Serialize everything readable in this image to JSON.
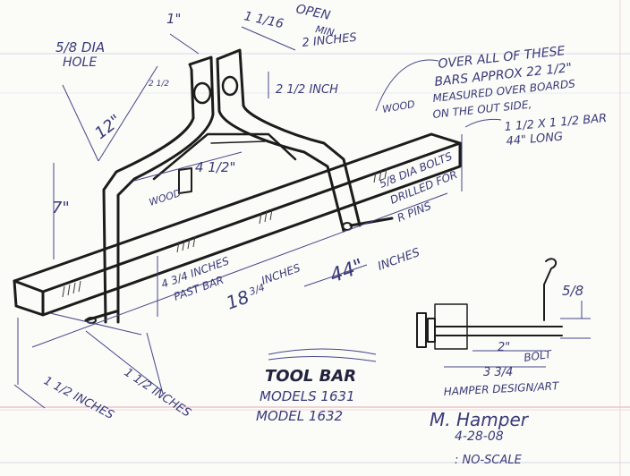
{
  "notes": {
    "hole_dia": "5/8 DIA",
    "hole_word": "HOLE",
    "top_width": "1\"",
    "open_min_value": "1 1/16",
    "open_min_word": "OPEN",
    "open_min_suffix": "MIN.",
    "plate_width": "2 INCHES",
    "plate_height": "2 1/2 INCH",
    "corner_dim": "2 1/2",
    "upright_length": "12\"",
    "base_width": "4 1/2\"",
    "wood_left": "WOOD",
    "wood_top": "WOOD",
    "height_7": "7\"",
    "overall_line1": "OVER ALL OF THESE",
    "overall_line2": "BARS APPROX 22 1/2\"",
    "overall_line3": "MEASURED OVER BOARDS",
    "overall_line4": "ON THE OUT SIDE,",
    "bar_size_line1": "1 1/2 X 1 1/2 BAR",
    "bar_size_line2": "44\" LONG",
    "bolts_line1": "5/8 DIA BOLTS",
    "bolts_line2": "DRILLED FOR",
    "bolts_line3": "R PINS",
    "past_bar_line1": "4 3/4 INCHES",
    "past_bar_line2": "PAST BAR",
    "dim_18_whole": "18",
    "dim_18_frac": "3/4",
    "dim_18_word": "INCHES",
    "dim_44": "44\"",
    "dim_44_word": "INCHES",
    "thickness_bottom": "1 1/2 INCHES",
    "thickness_left": "1 1/2 INCHES"
  },
  "detail": {
    "pin_dia": "5/8",
    "dim_2": "2\"",
    "bolt_word": "BOLT",
    "dim_3_3_4": "3 3/4",
    "caption": "HAMPER DESIGN/ART"
  },
  "title_block": {
    "title": "TOOL BAR",
    "model1": "MODELS 1631",
    "model2": "MODEL 1632"
  },
  "signature": {
    "name": "M. Hamper",
    "date": "4-28-08",
    "scale_note": ": NO-SCALE"
  },
  "colors": {
    "ink": "#1c1c1c",
    "pen": "#3a3a7a",
    "rule_line": "#b9bfe0",
    "margin_line": "#e4a9b3"
  }
}
